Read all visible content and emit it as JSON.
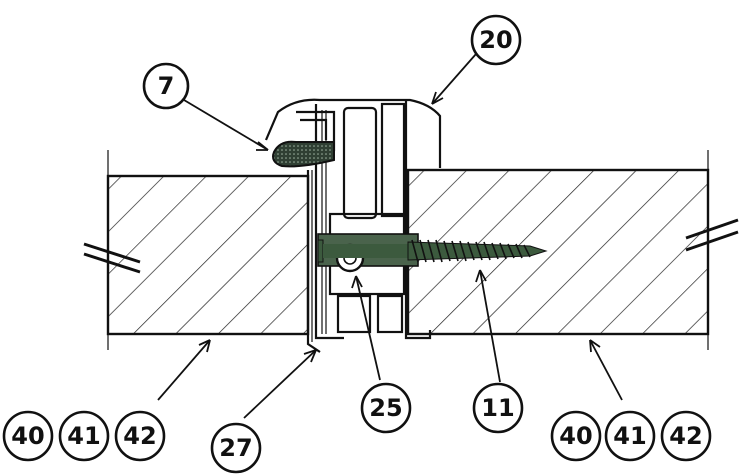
{
  "callouts": {
    "seal": "7",
    "profile": "20",
    "screw": "11",
    "fixing_block": "25",
    "strip": "27",
    "panel_left": [
      "40",
      "41",
      "42"
    ],
    "panel_right": [
      "40",
      "41",
      "42"
    ]
  },
  "colors": {
    "ink": "#111111",
    "seal_fill": "#2f3f33",
    "screw_fill": "#3c5a3e",
    "paper": "#ffffff"
  }
}
